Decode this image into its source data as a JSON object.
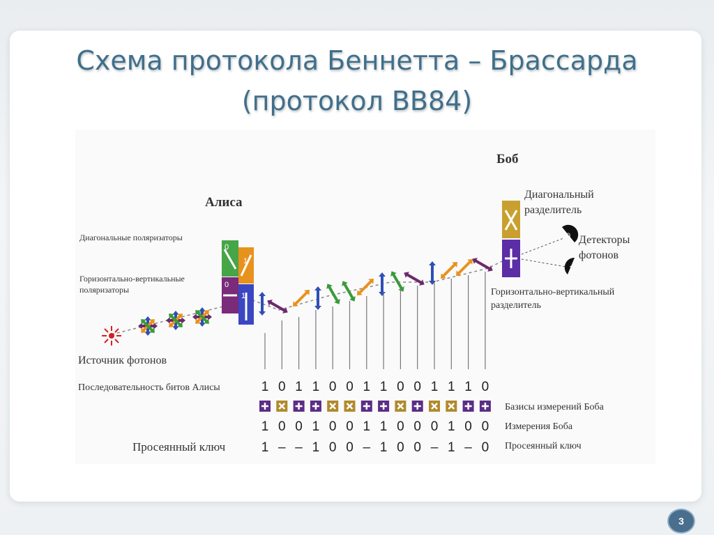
{
  "slide": {
    "title_line1": "Схема протокола Беннетта – Брассарда",
    "title_line2": "(протокол BB84)",
    "page_number": "3"
  },
  "labels": {
    "alice": "Алиса",
    "bob": "Боб",
    "diagonal_polarizers": "Диагональные поляризаторы",
    "hv_polarizers_line1": "Горизонтально-вертикальные",
    "hv_polarizers_line2": "поляризаторы",
    "photon_source": "Источник фотонов",
    "diagonal_splitter_line1": "Диагональный",
    "diagonal_splitter_line2": "разделитель",
    "detectors_line1": "Детекторы",
    "detectors_line2": "фотонов",
    "hv_splitter_line1": "Горизонтально-вертикальный",
    "hv_splitter_line2": "разделитель",
    "alice_bits_row": "Последовательность битов Алисы",
    "bob_bases_row": "Базисы измерений Боба",
    "bob_measurements_row": "Измерения Боба",
    "sifted_key_row_right": "Просеянный ключ",
    "sifted_key_row_left": "Просеянный ключ",
    "detector_0": "0",
    "detector_1": "1"
  },
  "protocol": {
    "alice_bits": [
      "1",
      "0",
      "1",
      "1",
      "0",
      "0",
      "1",
      "1",
      "0",
      "0",
      "1",
      "1",
      "1",
      "0"
    ],
    "bob_bases": [
      "+",
      "x",
      "+",
      "+",
      "x",
      "x",
      "+",
      "+",
      "x",
      "+",
      "x",
      "x",
      "+",
      "+"
    ],
    "bob_measurements": [
      "1",
      "0",
      "0",
      "1",
      "0",
      "0",
      "1",
      "1",
      "0",
      "0",
      "0",
      "1",
      "0",
      "0"
    ],
    "sifted_key": [
      "1",
      "–",
      "–",
      "1",
      "0",
      "0",
      "–",
      "1",
      "0",
      "0",
      "–",
      "1",
      "–",
      "0"
    ]
  },
  "colors": {
    "title": "#3f6f8c",
    "rectilinear_basis": "#5b2d86",
    "diagonal_basis": "#b08a2c",
    "photon_blue": "#2f4fb5",
    "photon_green": "#3a9a3a",
    "photon_orange": "#e8921e",
    "photon_purple": "#6b2b6b",
    "source_red": "#d42020"
  },
  "icons": {
    "source": "starburst-icon",
    "plus_basis": "plus-icon",
    "diag_basis": "x-icon"
  }
}
